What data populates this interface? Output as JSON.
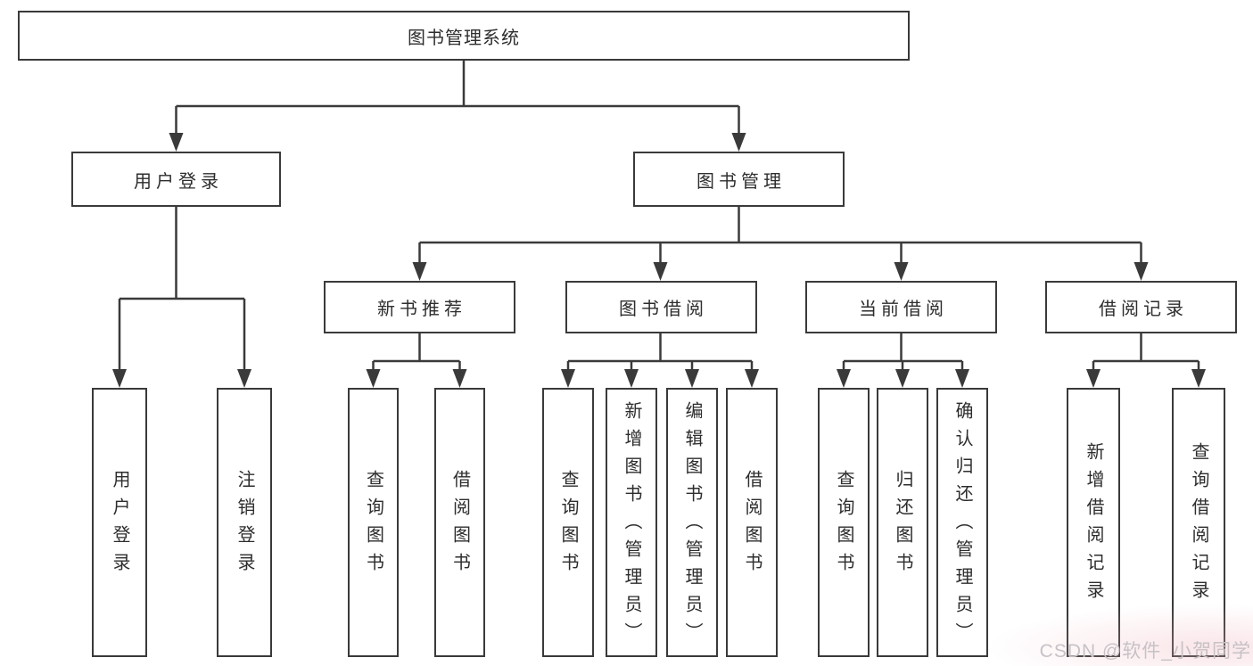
{
  "diagram": {
    "root": {
      "label": "图书管理系统"
    },
    "level2": [
      {
        "label": "用户登录"
      },
      {
        "label": "图书管理"
      }
    ],
    "level3": [
      {
        "label": "新书推荐"
      },
      {
        "label": "图书借阅"
      },
      {
        "label": "当前借阅"
      },
      {
        "label": "借阅记录"
      }
    ],
    "leaves": {
      "user": [
        "用户登录",
        "注销登录"
      ],
      "recommend": [
        "查询图书",
        "借阅图书"
      ],
      "borrow": [
        "查询图书",
        "新增图书（管理员）",
        "编辑图书（管理员）",
        "借阅图书"
      ],
      "current": [
        "查询图书",
        "归还图书",
        "确认归还（管理员）"
      ],
      "records": [
        "新增借阅记录",
        "查询借阅记录"
      ]
    },
    "colors": {
      "line": "#3a3a3a",
      "box_border": "#3a3a3a",
      "box_fill": "#ffffff",
      "text": "#2d2d2d",
      "background": "#ffffff",
      "watermark_text_color": "#c6c2c6"
    }
  },
  "watermark": {
    "text": "CSDN @软件_小贺同学"
  }
}
